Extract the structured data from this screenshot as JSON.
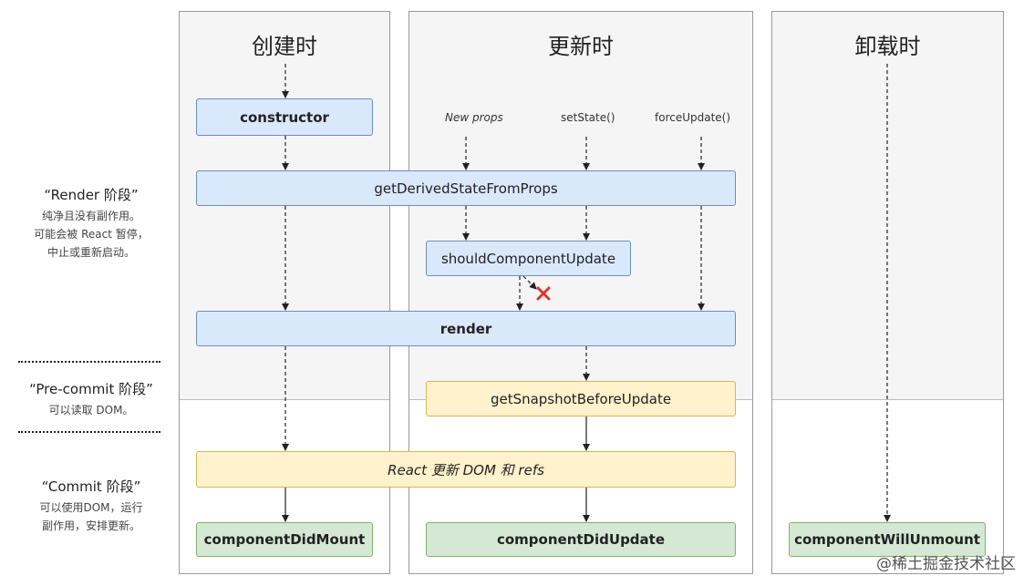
{
  "columns": {
    "mount": "创建时",
    "update": "更新时",
    "unmount": "卸载时"
  },
  "phases": {
    "render": {
      "title": "“Render 阶段”",
      "desc": [
        "纯净且没有副作用。",
        "可能会被 React 暂停，",
        "中止或重新启动。"
      ]
    },
    "precommit": {
      "title": "“Pre-commit 阶段”",
      "desc": [
        "可以读取 DOM。"
      ]
    },
    "commit": {
      "title": "“Commit 阶段”",
      "desc": [
        "可以使用DOM，运行",
        "副作用，安排更新。"
      ]
    }
  },
  "triggers": {
    "new_props": "New props",
    "set_state": "setState()",
    "force_update": "forceUpdate()"
  },
  "nodes": {
    "constructor": "constructor",
    "get_derived": "getDerivedStateFromProps",
    "should_update": "shouldComponentUpdate",
    "render": "render",
    "get_snapshot": "getSnapshotBeforeUpdate",
    "react_update": "React 更新 DOM 和 refs",
    "did_mount": "componentDidMount",
    "did_update": "componentDidUpdate",
    "will_unmount": "componentWillUnmount"
  },
  "icons": {
    "cancel": "x-mark-icon"
  },
  "colors": {
    "blue_fill": "#dae8fc",
    "blue_border": "#6c8ebf",
    "yellow_fill": "#fff2cc",
    "yellow_border": "#d6b656",
    "green_fill": "#d5e8d4",
    "green_border": "#82b366",
    "cross": "#d9362b"
  },
  "watermark": "@稀土掘金技术社区"
}
